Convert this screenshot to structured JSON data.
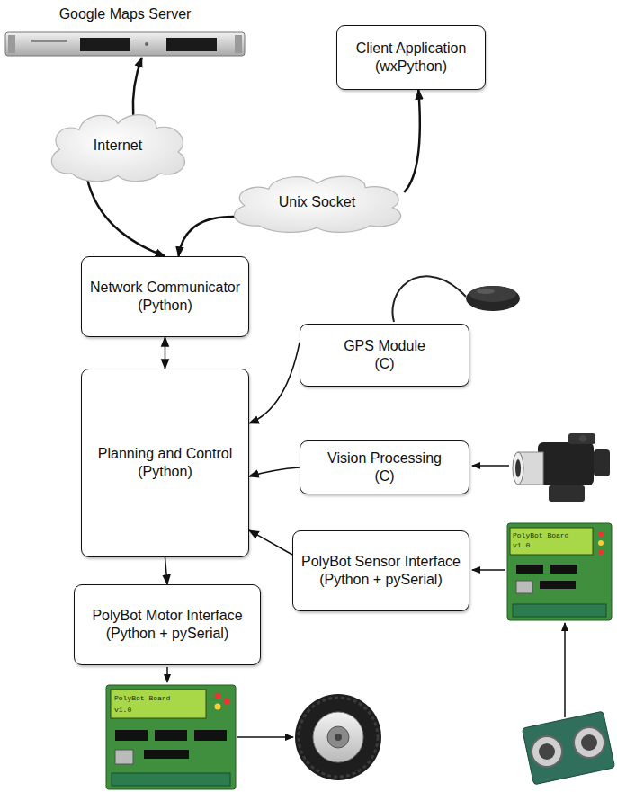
{
  "diagram": {
    "nodes": [
      {
        "text": [
          "Google Maps Server"
        ]
      },
      {
        "text": [
          "Client Application",
          "(wxPython)"
        ]
      },
      {
        "text": [
          "Internet"
        ]
      },
      {
        "text": [
          "Unix Socket"
        ]
      },
      {
        "text": [
          "Network Communicator",
          "(Python)"
        ]
      },
      {
        "text": [
          "GPS Module",
          "(C)"
        ]
      },
      {
        "text": [
          "Planning and Control",
          "(Python)"
        ]
      },
      {
        "text": [
          "Vision Processing",
          "(C)"
        ]
      },
      {
        "text": [
          "PolyBot Sensor Interface",
          "(Python + pySerial)"
        ]
      },
      {
        "text": [
          "PolyBot Motor Interface",
          "(Python + pySerial)"
        ]
      }
    ],
    "edges": [
      {
        "from": 2,
        "to": 0,
        "arrow": "to"
      },
      {
        "from": 2,
        "to": 4,
        "arrow": "to"
      },
      {
        "from": 3,
        "to": 1,
        "arrow": "to"
      },
      {
        "from": 3,
        "to": 4,
        "arrow": "to"
      },
      {
        "from": 4,
        "to": 6,
        "arrow": "both"
      },
      {
        "from": 5,
        "to": 6,
        "arrow": "to"
      },
      {
        "from": 7,
        "to": 6,
        "arrow": "to"
      },
      {
        "from": 8,
        "to": 6,
        "arrow": "to"
      },
      {
        "from": 6,
        "to": 9,
        "arrow": "to"
      }
    ],
    "labels": [
      "PolyBot Board",
      "v1.0",
      "PolyBot Board",
      "v1.0"
    ]
  }
}
